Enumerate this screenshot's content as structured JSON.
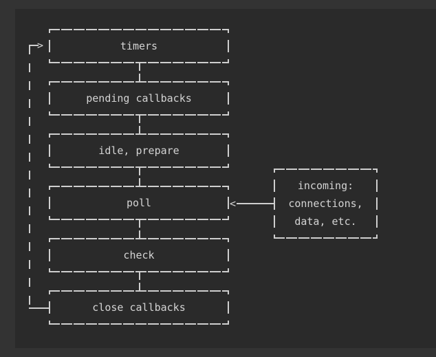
{
  "theme": {
    "outer_bg": "#333333",
    "panel_bg": "#2a2a2a",
    "line": "#cfcfcf",
    "text": "#d4d4d4"
  },
  "diagram": {
    "type": "flowchart",
    "description": "event-loop phase cycle",
    "phases": [
      {
        "label": "timers"
      },
      {
        "label": "pending callbacks"
      },
      {
        "label": "idle, prepare"
      },
      {
        "label": "poll"
      },
      {
        "label": "check"
      },
      {
        "label": "close callbacks"
      }
    ],
    "loop_arrowhead": ">",
    "incoming_arrowhead": "<",
    "incoming_box": {
      "lines": [
        "incoming:",
        "connections,",
        "data, etc."
      ]
    }
  }
}
